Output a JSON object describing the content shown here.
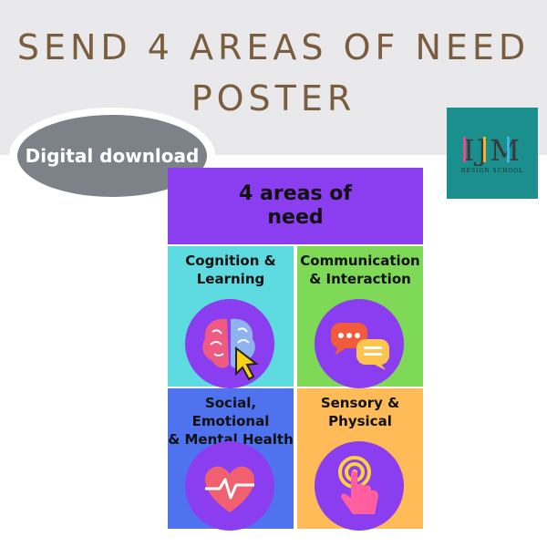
{
  "page": {
    "headline_line1": "SEND 4 AREAS OF NEED",
    "headline_line2": "POSTER"
  },
  "badge": {
    "label": "Digital download"
  },
  "logo": {
    "mark": "IJM",
    "subtitle": "DESIGN SCHOOL"
  },
  "poster": {
    "title": "4 areas of\nneed",
    "cells": [
      {
        "label": "Cognition &\nLearning",
        "icon": "brain-cursor-icon",
        "color": "#5edbe0"
      },
      {
        "label": "Communication\n& Interaction",
        "icon": "chat-bubbles-icon",
        "color": "#7ed957"
      },
      {
        "label": "Social, Emotional\n& Mental Health",
        "icon": "heartbeat-icon",
        "color": "#4f73ef"
      },
      {
        "label": "Sensory &\nPhysical",
        "icon": "touch-hand-icon",
        "color": "#ffbb57"
      }
    ]
  },
  "colors": {
    "header": "#8b3df0",
    "circle": "#8b3df0",
    "headline": "#7a5c3e",
    "band": "#e9e9ec",
    "logo_bg": "#1a8f8e"
  }
}
